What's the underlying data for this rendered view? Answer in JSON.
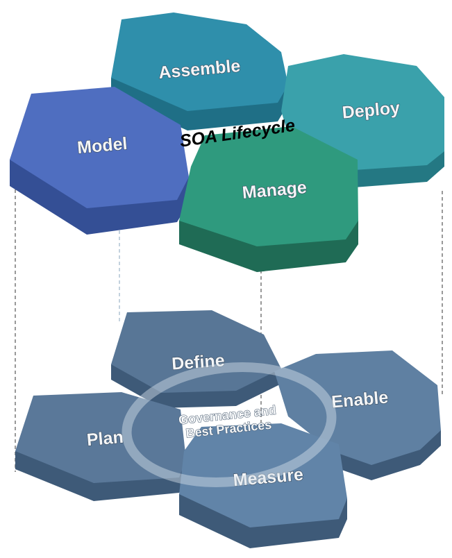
{
  "diagram": {
    "title": "SOA Lifecycle",
    "lifecycle": [
      {
        "id": "assemble",
        "label": "Assemble",
        "color": "#2e8fa8"
      },
      {
        "id": "deploy",
        "label": "Deploy",
        "color": "#3aa1ab"
      },
      {
        "id": "model",
        "label": "Model",
        "color": "#4f6ec0"
      },
      {
        "id": "manage",
        "label": "Manage",
        "color": "#2f9a7e"
      }
    ],
    "governance": {
      "center_label_line1": "Governance and",
      "center_label_line2": "Best Practices",
      "color": "#5f7e9e",
      "items": [
        {
          "id": "define",
          "label": "Define"
        },
        {
          "id": "enable",
          "label": "Enable"
        },
        {
          "id": "plan",
          "label": "Plan"
        },
        {
          "id": "measure",
          "label": "Measure"
        }
      ]
    }
  }
}
